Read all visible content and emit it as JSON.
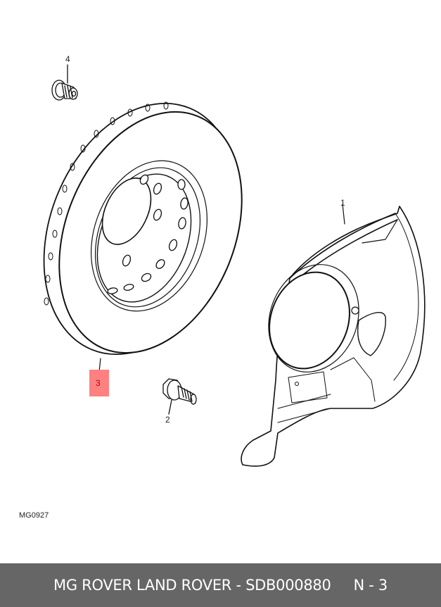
{
  "diagram": {
    "reference_code": "MG0927",
    "callouts": [
      {
        "id": "1",
        "label": "1",
        "part": "brake-disc-shield"
      },
      {
        "id": "2",
        "label": "2",
        "part": "shield-bolt"
      },
      {
        "id": "3",
        "label": "3",
        "part": "brake-disc",
        "highlighted": true
      },
      {
        "id": "4",
        "label": "4",
        "part": "disc-retaining-screw"
      }
    ],
    "highlight_color": "#ff8080"
  },
  "footer": {
    "brand": "MG ROVER LAND ROVER - SDB000880",
    "position": "N - 3",
    "background": "#666666",
    "text_color": "#ffffff"
  }
}
